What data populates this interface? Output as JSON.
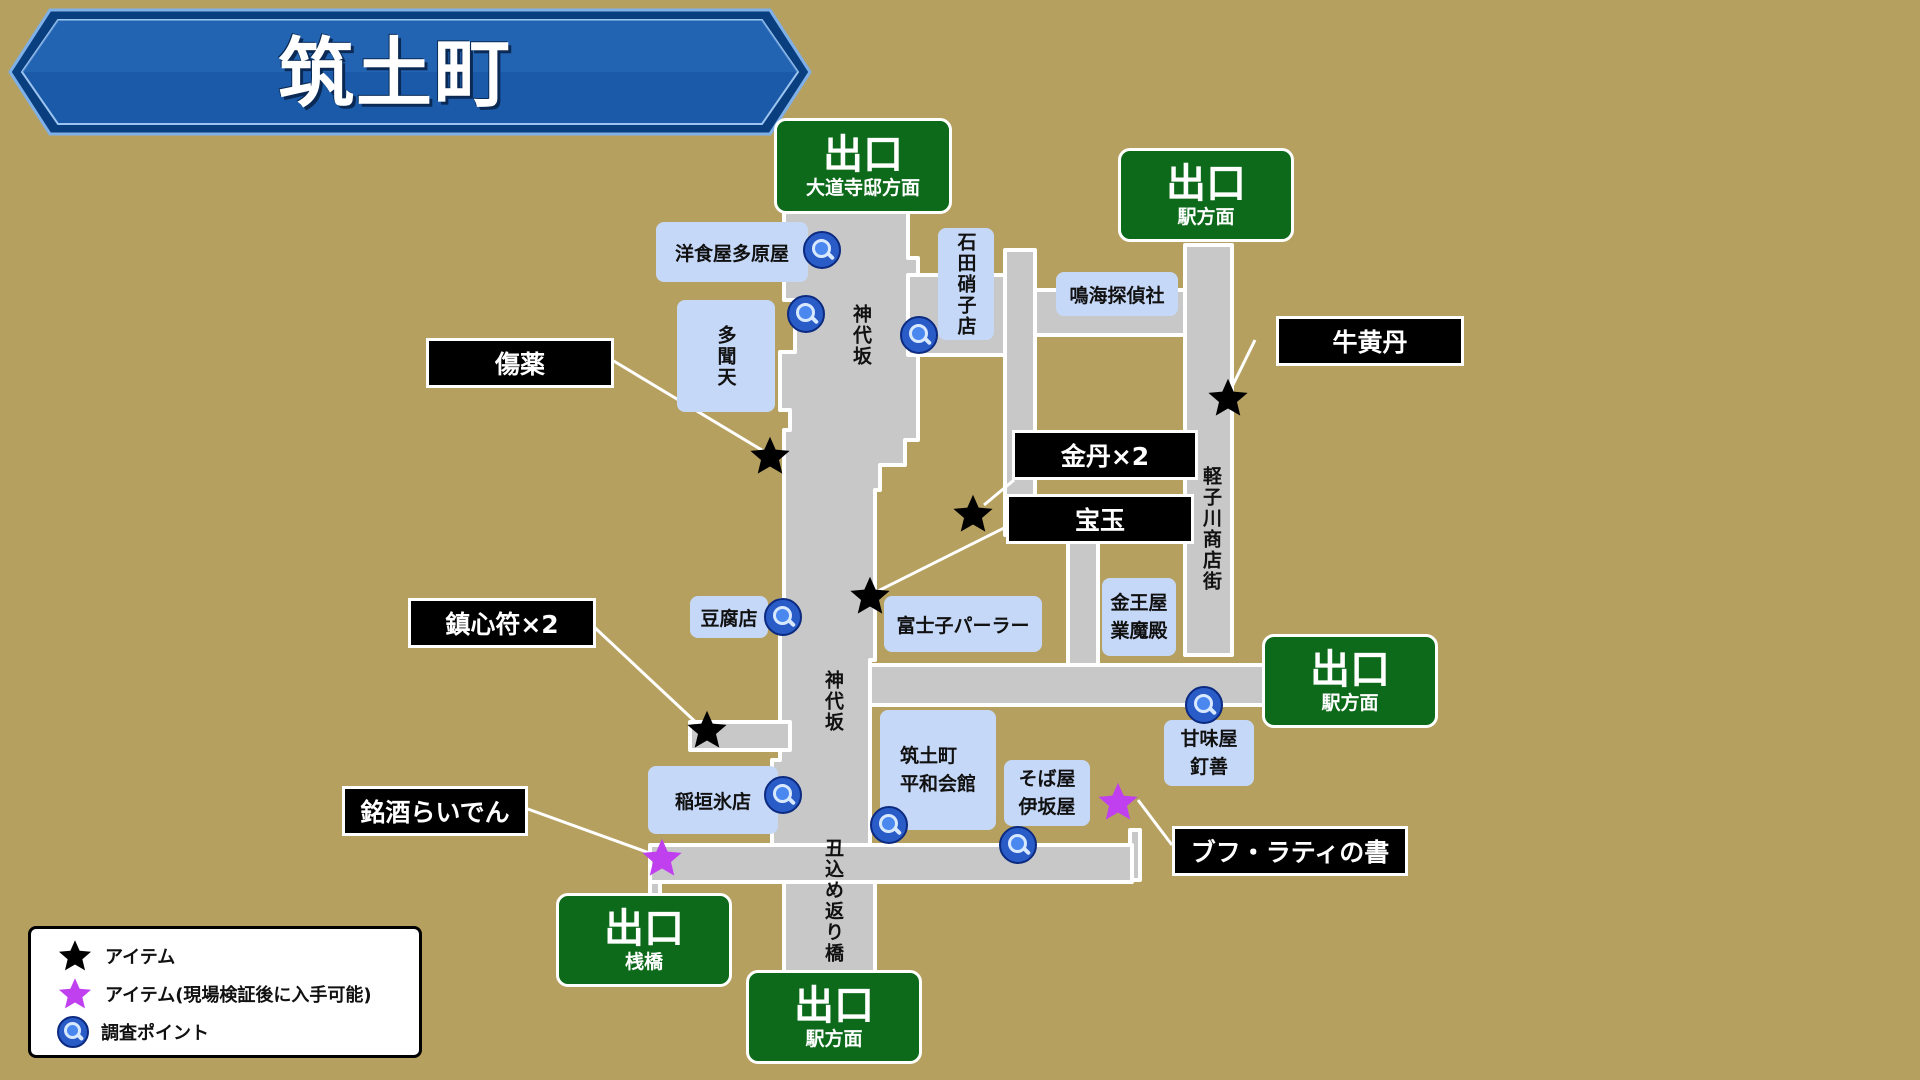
{
  "title": "筑土町",
  "exits": [
    {
      "id": "exit-daidouji",
      "main": "出口",
      "sub": "大道寺邸方面"
    },
    {
      "id": "exit-station-north",
      "main": "出口",
      "sub": "駅方面"
    },
    {
      "id": "exit-station-east",
      "main": "出口",
      "sub": "駅方面"
    },
    {
      "id": "exit-sanbashi",
      "main": "出口",
      "sub": "桟橋"
    },
    {
      "id": "exit-station-south",
      "main": "出口",
      "sub": "駅方面"
    }
  ],
  "buildings": {
    "youshokuya": "洋食屋多原屋",
    "tamonten": "多聞天",
    "ishida": "石田硝子店",
    "narumi": "鳴海探偵社",
    "toufuten": "豆腐店",
    "fujiko": "富士子パーラー",
    "kinouya": "金王屋\n業魔殿",
    "amamiya": "甘味屋\n釘善",
    "inagaki": "稲垣氷店",
    "heiwa": "筑土町\n平和会館",
    "sobaya": "そば屋\n伊坂屋"
  },
  "streets": {
    "kamishiro_north": "神代坂",
    "kamishiro_south": "神代坂",
    "karuko": "軽子川商店街",
    "ushigome": "丑込め返り橋"
  },
  "item_labels": {
    "kizugusuri": "傷薬",
    "goouen": "牛黄丹",
    "kintan": "金丹×2",
    "hougyoku": "宝玉",
    "chinshinfu": "鎮心符×2",
    "meishu": "銘酒らいでん",
    "bufu": "ブフ・ラティの書"
  },
  "legend": {
    "item": "アイテム",
    "item_special": "アイテム(現場検証後に入手可能)",
    "investigate": "調査ポイント"
  },
  "colors": {
    "background": "#b5a060",
    "road": "#c8c8c8",
    "building": "#c6d8f8",
    "exit": "#0d6a1a",
    "banner": "#1a5aa8",
    "item_star": "#000000",
    "special_star": "#c040f0",
    "lens": "#2a5cc8"
  },
  "icons": {
    "item": "black-star-icon",
    "item_special": "purple-star-icon",
    "investigate": "magnifier-icon"
  }
}
